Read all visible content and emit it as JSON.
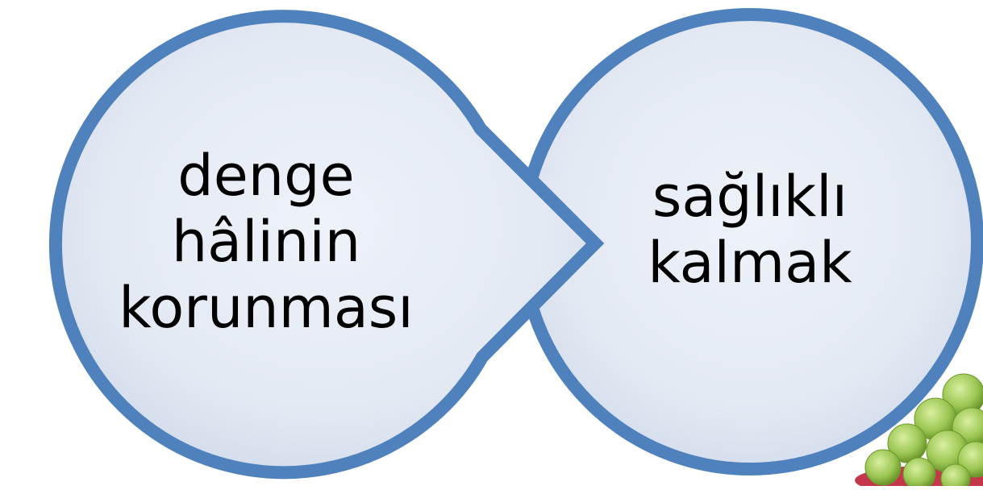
{
  "diagram": {
    "nodes": [
      {
        "text": "denge\nhâlinin\nkorunması"
      },
      {
        "text": "sağlıklı\nkalmak"
      }
    ]
  },
  "colors": {
    "node_border": "#4f81bd",
    "node_fill_center": "#eef2f9",
    "node_fill_edge": "#cfdaea",
    "text": "#000000"
  },
  "decoration": {
    "corner_image": "green-grapes"
  }
}
